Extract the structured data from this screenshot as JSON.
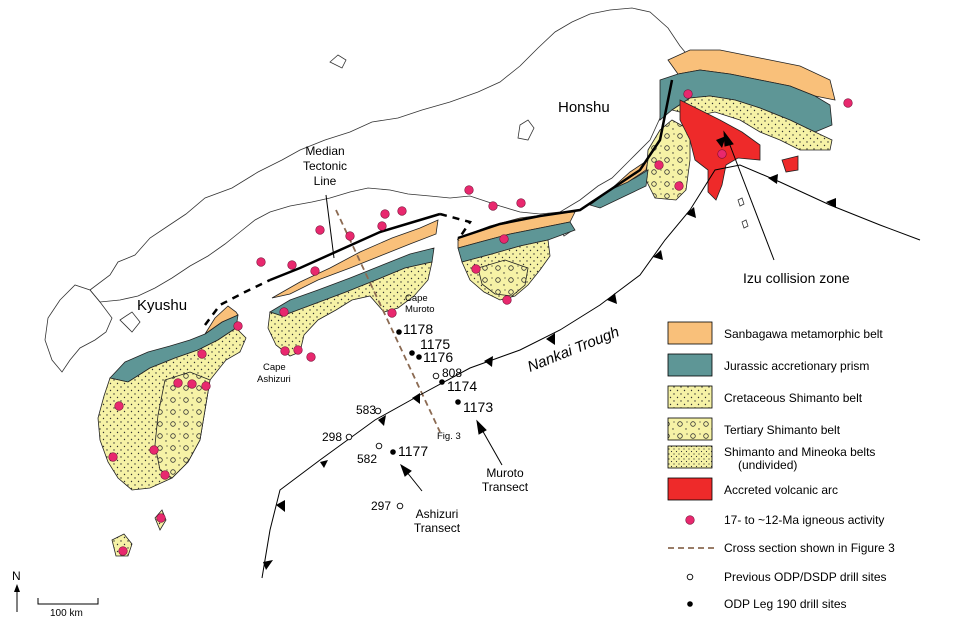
{
  "places": {
    "honshu": "Honshu",
    "kyushu": "Kyushu",
    "mtl_1": "Median",
    "mtl_2": "Tectonic",
    "mtl_3": "Line",
    "cape_muroto_1": "Cape",
    "cape_muroto_2": "Muroto",
    "cape_ashizuri_1": "Cape",
    "cape_ashizuri_2": "Ashizuri",
    "izu": "Izu collision zone",
    "nankai": "Nankai Trough",
    "fig3": "Fig. 3",
    "muroto_transect_1": "Muroto",
    "muroto_transect_2": "Transect",
    "ashizuri_transect_1": "Ashizuri",
    "ashizuri_transect_2": "Transect"
  },
  "sites": {
    "s1178": "1178",
    "s1175": "1175",
    "s1176": "1176",
    "s808": "808",
    "s1174": "1174",
    "s1173": "1173",
    "s583": "583",
    "s298": "298",
    "s582": "582",
    "s1177": "1177",
    "s297": "297"
  },
  "legend": {
    "sanbagawa": "Sanbagawa metamorphic belt",
    "jurassic": "Jurassic accretionary prism",
    "cretaceous": "Cretaceous Shimanto belt",
    "tertiary": "Tertiary Shimanto belt",
    "undivided_1": "Shimanto and Mineoka belts",
    "undivided_2": "(undivided)",
    "volcanic": "Accreted volcanic arc",
    "igneous": "17- to ~12-Ma igneous activity",
    "cross_section": "Cross section shown in Figure 3",
    "previous_sites": "Previous ODP/DSDP drill sites",
    "leg190_sites": "ODP Leg 190 drill sites"
  },
  "north": "N",
  "scale": "100 km",
  "colors": {
    "sanbagawa": "#f9c07a",
    "jurassic": "#5e9696",
    "shimanto": "#f6f2a6",
    "volcanic": "#ee2a2a",
    "igneous": "#e8286e",
    "cross_section": "#8b6a52"
  }
}
